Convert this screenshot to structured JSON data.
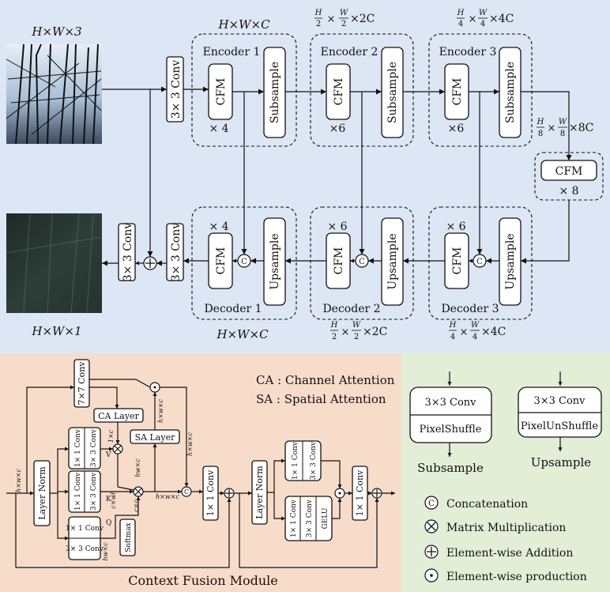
{
  "colors": {
    "top_panel": "#dce6f4",
    "cfm_panel": "#f8dcca",
    "legend_panel": "#e2efd6",
    "input_sky": "#a9bfd6",
    "output_tint": "#2e3d37"
  },
  "network": {
    "input_dims": "H×W×3",
    "output_dims": "H×W×1",
    "stem_conv": "3× 3 Conv",
    "head_conv_a": "3× 3 Conv",
    "head_conv_b": "3× 3 Conv",
    "cfm_label": "CFM",
    "subsample_label": "Subsample",
    "upsample_label": "Upsample",
    "enc1": {
      "title": "Encoder 1",
      "repeat": "× 4",
      "dims": "H×W×C"
    },
    "enc2": {
      "title": "Encoder 2",
      "repeat": "×6",
      "dims_frac": "2",
      "dims_tail": "×2C"
    },
    "enc3": {
      "title": "Encoder 3",
      "repeat": "×6",
      "dims_frac": "4",
      "dims_tail": "×4C"
    },
    "bottleneck": {
      "label": "CFM",
      "repeat": "× 8",
      "dims_frac": "8",
      "dims_tail": "×8C"
    },
    "dec1": {
      "title": "Decoder 1",
      "repeat": "× 4",
      "dims": "H×W×C"
    },
    "dec2": {
      "title": "Decoder 2",
      "repeat": "× 6",
      "dims_frac": "2",
      "dims_tail": "×2C"
    },
    "dec3": {
      "title": "Decoder 3",
      "repeat": "× 6",
      "dims_frac": "4",
      "dims_tail": "×4C"
    },
    "frac_h": "H",
    "frac_w": "W",
    "frac_times": "×",
    "concat_symbol": "C",
    "add_symbol": "+"
  },
  "cfm": {
    "title": "Context Fusion Module",
    "ca_legend": "CA : Channel Attention",
    "sa_legend": "SA : Spatial Attention",
    "input_dims": "h×w×c",
    "layer_norm": "Layer Norm",
    "conv7": "7×7 Conv",
    "ca_layer": "CA Layer",
    "sa_layer": "SA Layer",
    "conv1": "1× 1 Conv",
    "conv3": "3× 3 Conv",
    "softmax": "Softmax",
    "gelu": "GELU",
    "v": "V",
    "k": "K",
    "q": "Q",
    "dim_1xc": "1×c",
    "dim_cxwh": "c×wh",
    "dim_hwxc": "hw×c",
    "dim_cxc": "c×c",
    "dim_hxwxc": "h×w×c",
    "concat_symbol": "C"
  },
  "legend": {
    "conv": "3×3 Conv",
    "pixelshuffle": "PixelShuffle",
    "pixelunshuffle": "PixelUnShuffle",
    "subsample": "Subsample",
    "upsample": "Upsample",
    "concat": "Concatenation",
    "matmul": "Matrix Multiplication",
    "addition": "Element-wise Addition",
    "production": "Element-wise production",
    "concat_symbol": "C"
  }
}
